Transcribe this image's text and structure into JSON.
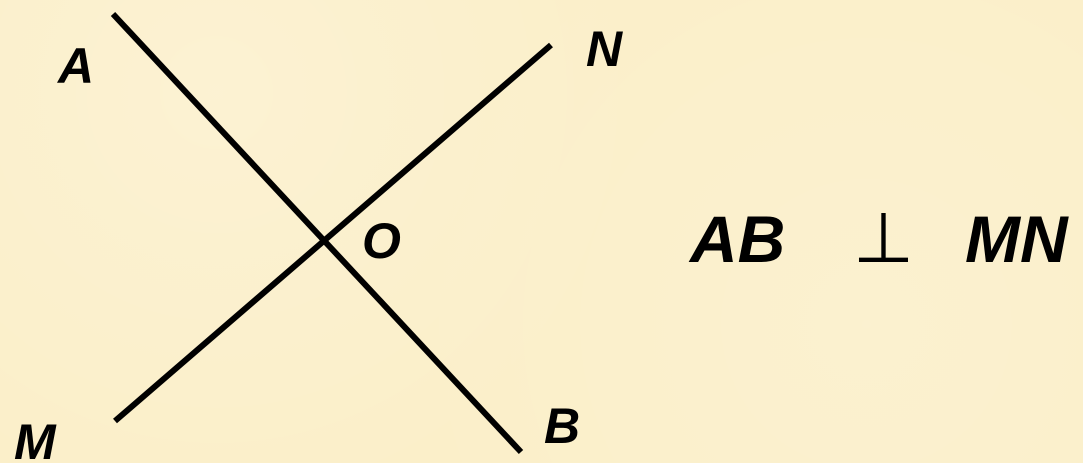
{
  "diagram": {
    "points": {
      "A": "A",
      "B": "B",
      "M": "M",
      "N": "N",
      "O": "O"
    },
    "relation": {
      "left": "AB",
      "symbol": "⊥",
      "right": "MN"
    },
    "colors": {
      "background": "#fbefc9",
      "ink": "#000000"
    }
  }
}
